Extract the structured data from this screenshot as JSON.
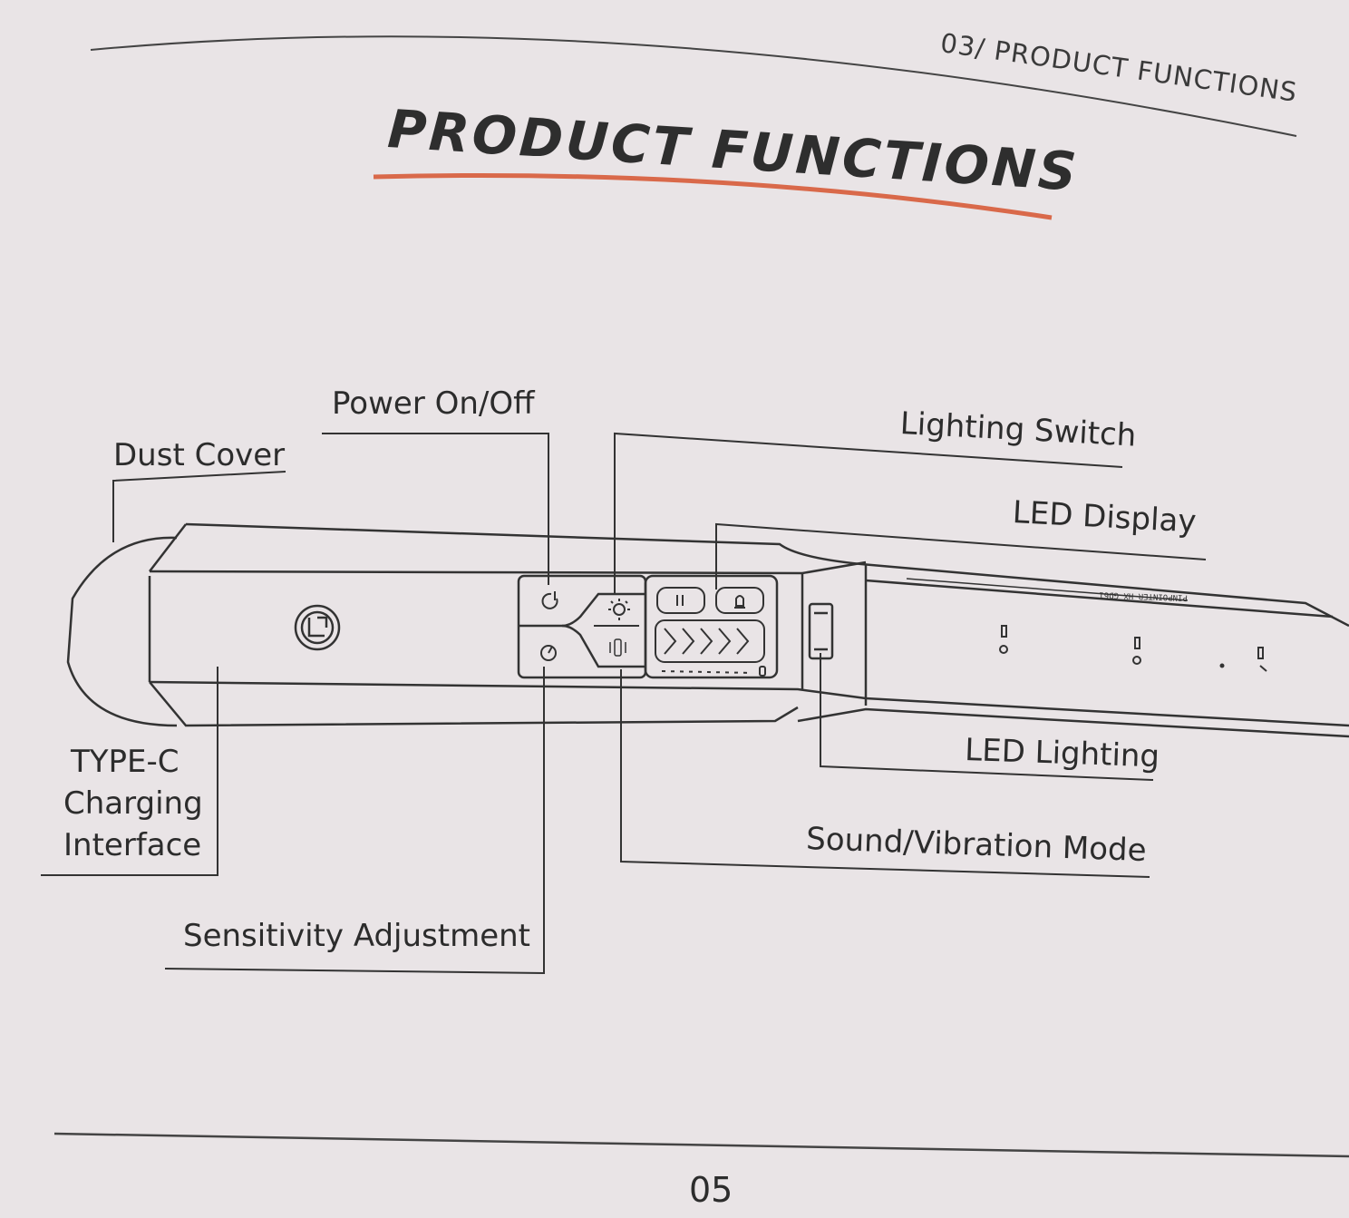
{
  "header": {
    "section_label": "03/ PRODUCT FUNCTIONS"
  },
  "title": "PRODUCT FUNCTIONS",
  "callouts": {
    "dust_cover": "Dust Cover",
    "power": "Power On/Off",
    "lighting_switch": "Lighting Switch",
    "led_display": "LED Display",
    "type_c": "TYPE-C",
    "charging": "Charging",
    "interface": "Interface",
    "led_lighting": "LED Lighting",
    "sound_vibration": "Sound/Vibration Mode",
    "sensitivity": "Sensitivity Adjustment"
  },
  "device": {
    "model_label": "PINPOINTER HX-GD61"
  },
  "footer": {
    "page_number": "05"
  },
  "colors": {
    "accent": "#d9694a",
    "ink": "#2b2b2b",
    "paper": "#e9e4e6"
  }
}
